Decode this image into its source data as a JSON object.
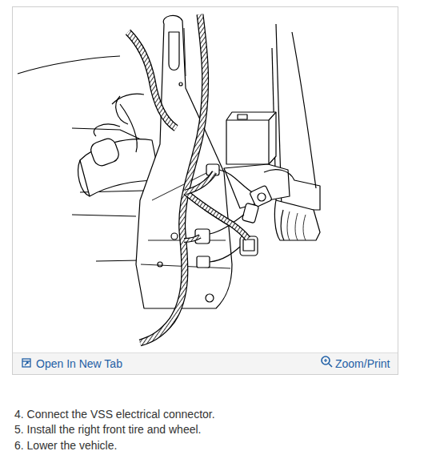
{
  "diagram": {
    "labels": [
      "Open In New Tab",
      "Zoom/Print",
      "4. Connect the VSS electrical connector.",
      "5. Install the right front tire and wheel.",
      "6. Lower the vehicle."
    ]
  }
}
